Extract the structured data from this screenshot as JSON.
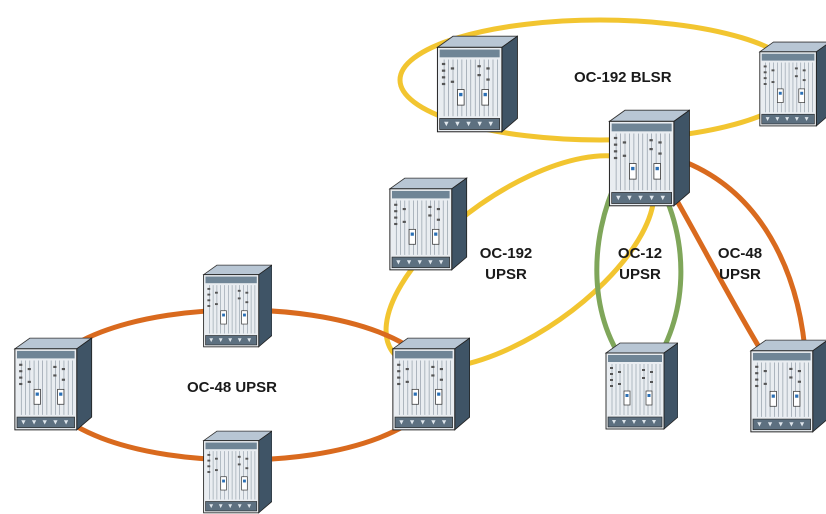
{
  "diagram": {
    "colors": {
      "oc192": "#f2c530",
      "oc48": "#d96a1e",
      "oc12": "#7fa65a",
      "background": "#ffffff"
    },
    "node_icon": "sonet-adm-equipment-rack",
    "labels": {
      "oc192_blsr": "OC-192 BLSR",
      "oc192_upsr_line1": "OC-192",
      "oc192_upsr_line2": "UPSR",
      "oc12_upsr_line1": "OC-12",
      "oc12_upsr_line2": "UPSR",
      "oc48_upsr_right_line1": "OC-48",
      "oc48_upsr_right_line2": "UPSR",
      "oc48_upsr_left": "OC-48 UPSR"
    },
    "rings": [
      {
        "name": "OC-192 BLSR",
        "color_key": "oc192"
      },
      {
        "name": "OC-192 UPSR",
        "color_key": "oc192"
      },
      {
        "name": "OC-12 UPSR",
        "color_key": "oc12"
      },
      {
        "name": "OC-48 UPSR",
        "color_key": "oc48"
      },
      {
        "name": "OC-48 UPSR",
        "color_key": "oc48"
      }
    ]
  }
}
